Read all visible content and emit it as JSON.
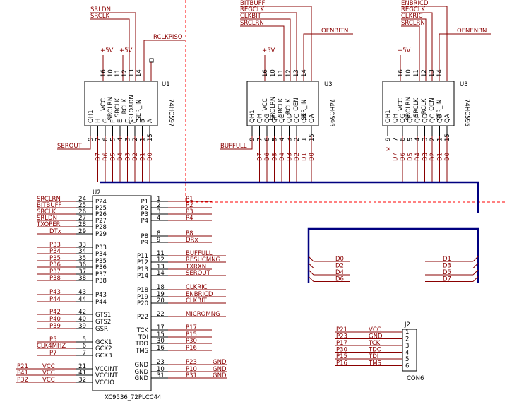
{
  "u1": {
    "ref": "U1",
    "part": "74HC597",
    "top_pins": [
      {
        "num": "16",
        "name": "VCC"
      },
      {
        "num": "10",
        "name": "SRCLRN"
      },
      {
        "num": "11",
        "name": "SRCLK"
      },
      {
        "num": "12",
        "name": "RCLK"
      },
      {
        "num": "13",
        "name": "SRLOADN"
      },
      {
        "num": "14",
        "name": "SER_IN"
      }
    ],
    "bottom_pins": [
      {
        "num": "9",
        "name": "QH1"
      },
      {
        "num": "7",
        "name": "H"
      },
      {
        "num": "6",
        "name": "G"
      },
      {
        "num": "5",
        "name": "F"
      },
      {
        "num": "4",
        "name": "E"
      },
      {
        "num": "3",
        "name": "D"
      },
      {
        "num": "2",
        "name": "C"
      },
      {
        "num": "1",
        "name": "B"
      },
      {
        "num": "15",
        "name": "A"
      }
    ],
    "top_nets": [
      "SRLDN",
      "SRCLK",
      "RCLKPISO"
    ],
    "out_net": "SEROUT",
    "power": [
      "+5V",
      "+5V"
    ]
  },
  "u2": {
    "ref": "U2",
    "part": "XC9536_72PLCC44",
    "left_pins": [
      {
        "net": "SRCLRN",
        "num": "24",
        "name": "P24"
      },
      {
        "net": "BITBUFF",
        "num": "25",
        "name": "P25"
      },
      {
        "net": "SRCLK",
        "num": "26",
        "name": "P26"
      },
      {
        "net": "SRLDN",
        "num": "27",
        "name": "P27"
      },
      {
        "net": "TXOPER",
        "num": "28",
        "name": "P28"
      },
      {
        "net": "DTx",
        "num": "29",
        "name": "P29"
      },
      {
        "net": "P33",
        "num": "33",
        "name": "P33"
      },
      {
        "net": "P34",
        "num": "34",
        "name": "P34"
      },
      {
        "net": "P35",
        "num": "35",
        "name": "P35"
      },
      {
        "net": "P36",
        "num": "36",
        "name": "P36"
      },
      {
        "net": "P37",
        "num": "37",
        "name": "P37"
      },
      {
        "net": "P38",
        "num": "38",
        "name": "P38"
      },
      {
        "net": "P43",
        "num": "43",
        "name": "P43"
      },
      {
        "net": "P44",
        "num": "44",
        "name": "P44"
      },
      {
        "net": "P42",
        "num": "42",
        "name": "GTS1"
      },
      {
        "net": "P40",
        "num": "40",
        "name": "GTS2"
      },
      {
        "net": "P39",
        "num": "39",
        "name": "GSR"
      },
      {
        "net": "P5",
        "num": "5",
        "name": "GCK1"
      },
      {
        "net": "CLK4MHZ",
        "num": "6",
        "name": "GCK2"
      },
      {
        "net": "P7",
        "num": "7",
        "name": "GCK3"
      },
      {
        "net": "VCC",
        "num": "21",
        "name": "VCCINT",
        "ext": "P21"
      },
      {
        "net": "VCC",
        "num": "41",
        "name": "VCCINT",
        "ext": "P41"
      },
      {
        "net": "VCC",
        "num": "32",
        "name": "VCCIO",
        "ext": "P32"
      }
    ],
    "right_pins": [
      {
        "name": "P1",
        "num": "1",
        "net": "P1"
      },
      {
        "name": "P2",
        "num": "2",
        "net": "P2"
      },
      {
        "name": "P3",
        "num": "3",
        "net": "P3"
      },
      {
        "name": "P4",
        "num": "4",
        "net": "P4"
      },
      {
        "name": "P8",
        "num": "8",
        "net": "P8"
      },
      {
        "name": "P9",
        "num": "9",
        "net": "DRx"
      },
      {
        "name": "P11",
        "num": "11",
        "net": "BUFFULL"
      },
      {
        "name": "P12",
        "num": "12",
        "net": "RESUCMNG"
      },
      {
        "name": "P13",
        "num": "13",
        "net": "TXRXN"
      },
      {
        "name": "P14",
        "num": "14",
        "net": "SEROUT"
      },
      {
        "name": "P18",
        "num": "18",
        "net": "CLKRIC"
      },
      {
        "name": "P19",
        "num": "19",
        "net": "ENBRICD"
      },
      {
        "name": "P20",
        "num": "20",
        "net": "CLKBIT"
      },
      {
        "name": "P22",
        "num": "22",
        "net": "MICROMNG"
      },
      {
        "name": "TCK",
        "num": "17",
        "net": "P17"
      },
      {
        "name": "TDI",
        "num": "15",
        "net": "P15"
      },
      {
        "name": "TDO",
        "num": "30",
        "net": "P30"
      },
      {
        "name": "TMS",
        "num": "16",
        "net": "P16"
      },
      {
        "name": "GND",
        "num": "23",
        "net": "P23",
        "gnd": "GND"
      },
      {
        "name": "GND",
        "num": "10",
        "net": "P10",
        "gnd": "GND"
      },
      {
        "name": "GND",
        "num": "31",
        "net": "P31",
        "gnd": "GND"
      }
    ]
  },
  "u3a": {
    "ref": "U3",
    "part": "74HC595",
    "top_pins": [
      {
        "num": "16",
        "name": "VCC"
      },
      {
        "num": "10",
        "name": "SRCLRN"
      },
      {
        "num": "11",
        "name": "SRCLK"
      },
      {
        "num": "12",
        "name": "RCLK"
      },
      {
        "num": "13",
        "name": "OEN"
      },
      {
        "num": "14",
        "name": "SER_IN"
      }
    ],
    "bottom_pins": [
      {
        "num": "9",
        "name": "QH1"
      },
      {
        "num": "7",
        "name": "QH"
      },
      {
        "num": "6",
        "name": "QG"
      },
      {
        "num": "5",
        "name": "QF"
      },
      {
        "num": "4",
        "name": "QE"
      },
      {
        "num": "3",
        "name": "QD"
      },
      {
        "num": "2",
        "name": "QC"
      },
      {
        "num": "1",
        "name": "QB"
      },
      {
        "num": "15",
        "name": "QA"
      }
    ],
    "top_nets": [
      "BITBUFF",
      "REGCLK",
      "CLKBIT",
      "SRCLRN"
    ],
    "oen_net": "OENBITN",
    "out_net": "BUFFULL",
    "power": "+5V"
  },
  "u3b": {
    "ref": "U3",
    "part": "74HC595",
    "top_nets": [
      "ENBRICD",
      "REGCLK",
      "CLKRIC",
      "SRCLRN"
    ],
    "oen_net": "OENENBN",
    "power": "+5V"
  },
  "data_bits": [
    "D7",
    "D6",
    "D5",
    "D4",
    "D3",
    "D2",
    "D1",
    "D0"
  ],
  "bus_left": [
    "D0",
    "D2",
    "D4",
    "D6"
  ],
  "bus_right": [
    "D1",
    "D3",
    "D5",
    "D7"
  ],
  "j2": {
    "ref": "J2",
    "part": "CON6",
    "rows": [
      {
        "ext": "P21",
        "net": "VCC",
        "num": "1"
      },
      {
        "ext": "P23",
        "net": "GND",
        "num": "2"
      },
      {
        "ext": "P17",
        "net": "TCK",
        "num": "3"
      },
      {
        "ext": "P30",
        "net": "TDO",
        "num": "4"
      },
      {
        "ext": "P15",
        "net": "TDI",
        "num": "5"
      },
      {
        "ext": "P16",
        "net": "TMS",
        "num": "6"
      }
    ]
  }
}
